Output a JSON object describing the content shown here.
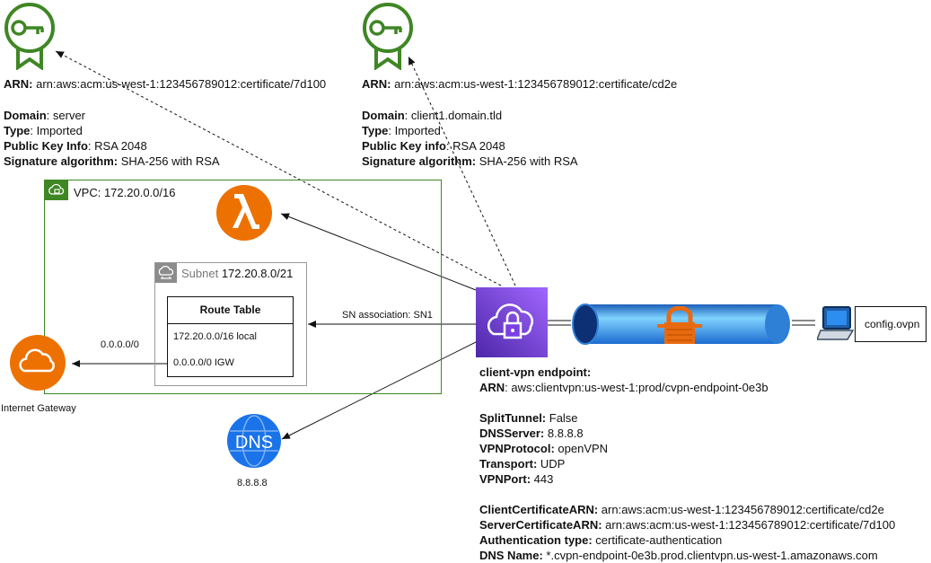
{
  "cert_server": {
    "arn_label": "ARN:",
    "arn_value": "arn:aws:acm:us-west-1:123456789012:certificate/7d100",
    "domain_label": "Domain",
    "domain_value": ": server",
    "type_label": "Type",
    "type_value": ": Imported",
    "pki_label": "Public Key Info",
    "pki_value": ": RSA 2048",
    "sig_label": "Signature algorithm:",
    "sig_value": " SHA-256 with RSA"
  },
  "cert_client": {
    "arn_label": "ARN:",
    "arn_value": "arn:aws:acm:us-west-1:123456789012:certificate/cd2e",
    "domain_label": "Domain",
    "domain_value": ": client1.domain.tld",
    "type_label": "Type",
    "type_value": ": Imported",
    "pki_label": "Public Key info",
    "pki_value": ": RSA 2048",
    "sig_label": "Signature algorithm:",
    "sig_value": " SHA-256 with RSA"
  },
  "vpc": {
    "label": "VPC: 172.20.0.0/16"
  },
  "subnet": {
    "label_prefix": "Subnet",
    "cidr": "172.20.8.0/21"
  },
  "route_table": {
    "title": "Route Table",
    "rows": [
      "172.20.0.0/16 local",
      "0.0.0.0/0 IGW"
    ]
  },
  "internet_gateway": {
    "label": "Internet Gateway",
    "route_label": "0.0.0.0/0"
  },
  "association": {
    "label": "SN association: SN1"
  },
  "dns": {
    "icon_text": "DNS",
    "address": "8.8.8.8"
  },
  "config_file": {
    "label": "config.ovpn"
  },
  "endpoint": {
    "title": "client-vpn endpoint:",
    "arn_label": "ARN",
    "arn_value": ": aws:clientvpn:us-west-1:prod/cvpn-endpoint-0e3b",
    "split_label": "SplitTunnel:",
    "split_value": " False",
    "dns_label": "DNSServer:",
    "dns_value": " 8.8.8.8",
    "proto_label": "VPNProtocol:",
    "proto_value": " openVPN",
    "transport_label": "Transport:",
    "transport_value": " UDP",
    "port_label": "VPNPort:",
    "port_value": " 443",
    "client_cert_label": "ClientCertificateARN:",
    "client_cert_value": " arn:aws:acm:us-west-1:123456789012:certificate/cd2e",
    "server_cert_label": "ServerCertificateARN:",
    "server_cert_value": " arn:aws:acm:us-west-1:123456789012:certificate/7d100",
    "auth_label": "Authentication",
    "auth_type_label": "type:",
    "auth_value": " certificate-authentication",
    "dnsname_label": "DNS Name:",
    "dnsname_value": " *.cvpn-endpoint-0e3b.prod.clientvpn.us-west-1.amazonaws.com"
  },
  "colors": {
    "cert_green": "#3f8624",
    "lambda_orange": "#ed7100",
    "vpn_purple": "#7b3fe4",
    "tunnel_blue": "#2f7fd8",
    "dns_blue": "#1a73e8"
  }
}
